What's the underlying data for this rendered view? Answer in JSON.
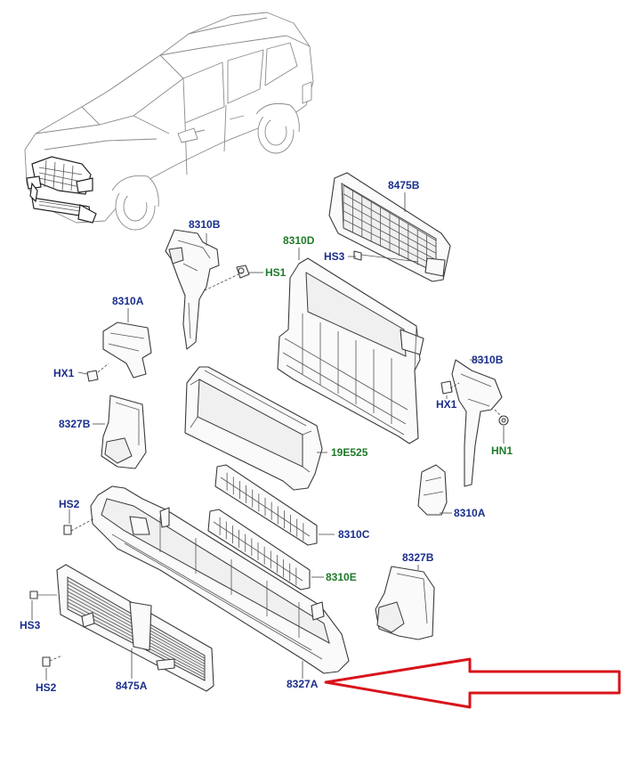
{
  "colors": {
    "blue_label": "#1a2e8c",
    "green_label": "#1f7a2a",
    "pointer_arrow": "#d8141a",
    "line": "#3a3a3a"
  },
  "labels": {
    "p8475B": "8475B",
    "p8310D": "8310D",
    "p8310B_left": "8310B",
    "hs1": "HS1",
    "hs3_top": "HS3",
    "p8310A_left": "8310A",
    "hx1_left": "HX1",
    "p8310B_right": "8310B",
    "hx1_right": "HX1",
    "hn1": "HN1",
    "p8327B_left": "8327B",
    "p19E525": "19E525",
    "hs2_upper": "HS2",
    "p8310A_right": "8310A",
    "p8310C": "8310C",
    "p8327B_right": "8327B",
    "p8310E": "8310E",
    "hs3_bottom": "HS3",
    "hs2_lower": "HS2",
    "p8475A": "8475A",
    "p8327A": "8327A"
  }
}
